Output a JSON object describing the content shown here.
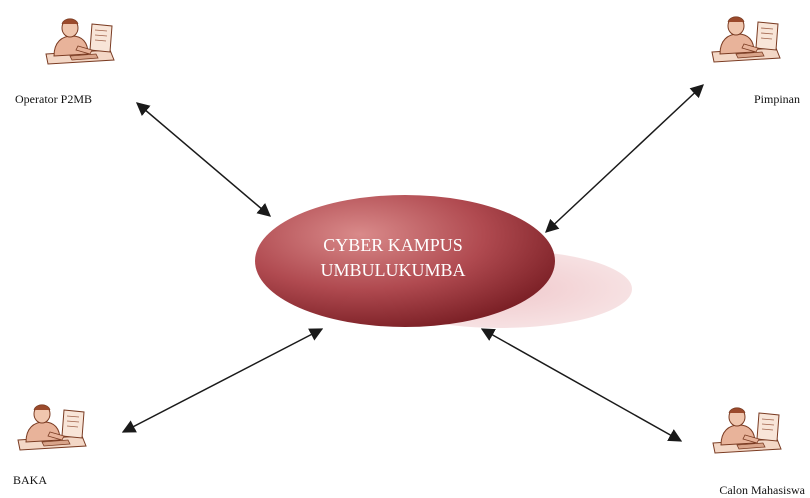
{
  "diagram": {
    "center": {
      "line1": "CYBER KAMPUS",
      "line2": "UMBULUKUMBA"
    },
    "actors": {
      "operator": {
        "label": "Operator P2MB",
        "icon": "person-at-desk-icon"
      },
      "pimpinan": {
        "label": "Pimpinan",
        "icon": "person-at-desk-icon"
      },
      "baka": {
        "label": "BAKA",
        "icon": "person-at-desk-icon"
      },
      "calon": {
        "label": "Calon Mahasiswa",
        "icon": "person-at-desk-icon"
      }
    },
    "colors": {
      "ellipse_light": "#d98a8a",
      "ellipse_dark": "#8c2a2e",
      "shadow": "#f2d4d6",
      "arrow": "#1a1a1a",
      "person_skin": "#e8b39a",
      "person_outline": "#7a3b22"
    }
  }
}
